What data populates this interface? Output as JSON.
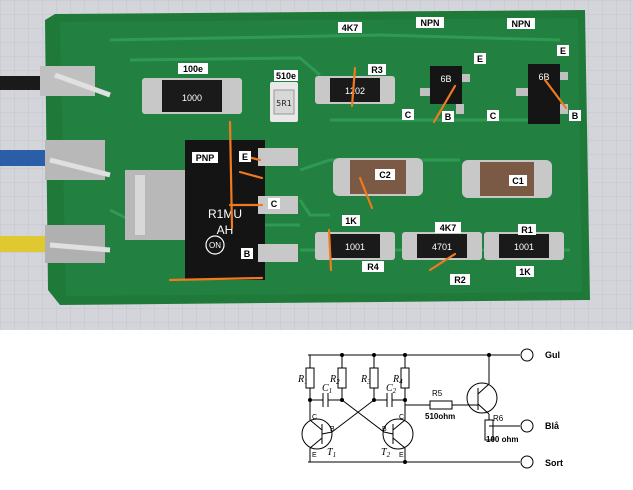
{
  "board": {
    "labels": {
      "r_100e": "100e",
      "r_510e": "510e",
      "r_4k7_top": "4K7",
      "npn1": "NPN",
      "npn2": "NPN",
      "r3": "R3",
      "e1": "E",
      "e2": "E",
      "c1_pin": "C",
      "b1_pin": "B",
      "c2_pin": "C",
      "b2_pin": "B",
      "pnp": "PNP",
      "pnp_e": "E",
      "pnp_c": "C",
      "pnp_b": "B",
      "c2_cap": "C2",
      "c1_cap": "C1",
      "r_1k_a": "1K",
      "r4": "R4",
      "r_4k7_b": "4K7",
      "r2": "R2",
      "r1": "R1",
      "r_1k_b": "1K"
    },
    "markings": {
      "smd_100e": "1000",
      "smd_510e": "5R1",
      "smd_r3": "1202",
      "smd_r4": "1001",
      "smd_r2": "4701",
      "smd_r1": "1001",
      "npn1_code": "6B",
      "npn2_code": "6B",
      "pnp_code1": "R1MU",
      "pnp_code2": "AH",
      "pnp_logo": "ON"
    }
  },
  "schematic": {
    "r1": "R",
    "r1_sub": "1",
    "r2": "R",
    "r2_sub": "2",
    "r3": "R",
    "r3_sub": "3",
    "r4": "R",
    "r4_sub": "4",
    "c1": "C",
    "c1_sub": "1",
    "c2": "C",
    "c2_sub": "2",
    "t1": "T",
    "t1_sub": "1",
    "t2": "T",
    "t2_sub": "2",
    "t1_c": "C",
    "t1_b": "B",
    "t1_e": "E",
    "t2_c": "C",
    "t2_b": "B",
    "t2_e": "E",
    "r5": "R5",
    "r5_value": "510ohm",
    "r6": "R6",
    "r6_value": "100 ohm",
    "out_gul": "Gul",
    "out_bla": "Blå",
    "out_sort": "Sort"
  },
  "colors": {
    "pcb": "#1f7a3a",
    "pcb_trace": "#2a9048",
    "annotation": "#f07a20",
    "background": "#c9cbd0"
  }
}
